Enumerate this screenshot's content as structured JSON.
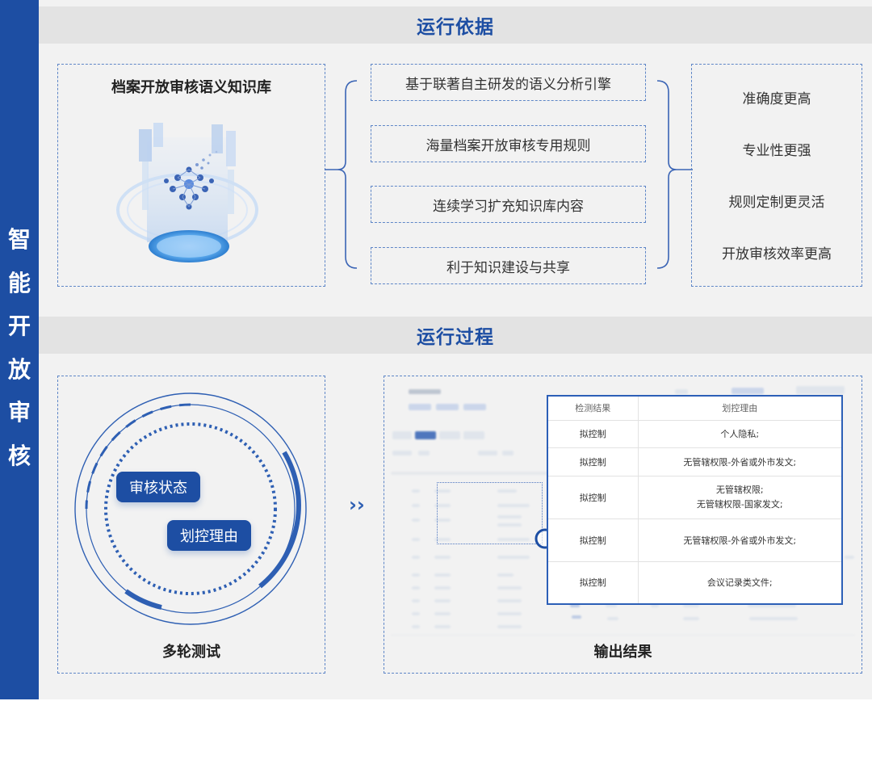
{
  "side_title": [
    "智",
    "能",
    "开",
    "放",
    "审",
    "核"
  ],
  "section1": {
    "title": "运行依据",
    "knowledge_box_title": "档案开放审核语义知识库",
    "features": [
      "基于联著自主研发的语义分析引擎",
      "海量档案开放审核专用规则",
      "连续学习扩充知识库内容",
      "利于知识建设与共享"
    ],
    "results": [
      "准确度更高",
      "专业性更强",
      "规则定制更灵活",
      "开放审核效率更高"
    ]
  },
  "section2": {
    "title": "运行过程",
    "test_box": {
      "pills": [
        "审核状态",
        "划控理由"
      ],
      "caption": "多轮测试"
    },
    "arrow_text": "››",
    "output_box": {
      "caption": "输出结果",
      "table": {
        "headers": [
          "检测结果",
          "划控理由"
        ],
        "rows": [
          [
            "拟控制",
            "个人隐私;"
          ],
          [
            "拟控制",
            "无管辖权限-外省或外市发文;"
          ],
          [
            "拟控制",
            "无管辖权限;\n无管辖权限-国家发文;"
          ],
          [
            "拟控制",
            "无管辖权限-外省或外市发文;"
          ],
          [
            "拟控制",
            "会议记录类文件;"
          ]
        ]
      }
    }
  },
  "colors": {
    "primary": "#1d4ea3",
    "band": "#e3e3e3",
    "panel": "#f2f2f2",
    "dashed_border": "#5e86c7"
  },
  "icons": [
    "knowledge-base-illustration",
    "brain-network-icon",
    "magnifier-icon",
    "double-chevron-right-icon"
  ]
}
